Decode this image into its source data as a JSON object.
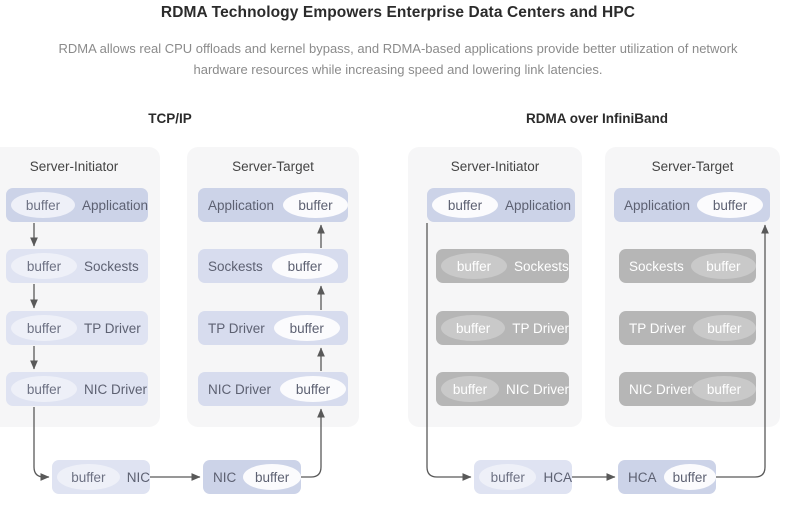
{
  "header": {
    "title": "RDMA Technology Empowers Enterprise Data Centers and HPC",
    "subtitle": "RDMA allows real CPU offloads and kernel bypass, and RDMA-based applications provide better utilization of network hardware resources while increasing speed and lowering link latencies."
  },
  "sections": [
    {
      "id": "tcpip",
      "heading": "TCP/IP"
    },
    {
      "id": "rdma",
      "heading": "RDMA over InfiniBand"
    }
  ],
  "labels": {
    "buffer": "buffer",
    "server_initiator": "Server-Initiator",
    "server_target": "Server-Target",
    "application": "Application",
    "sockests": "Sockests",
    "tp_driver": "TP Driver",
    "nic_driver": "NIC Driver",
    "nic": "NIC",
    "hca": "HCA"
  },
  "tcpip": {
    "initiator": {
      "panel_title": "Server-Initiator",
      "layers": [
        {
          "buffer": "buffer",
          "label": "Application",
          "state": "active"
        },
        {
          "buffer": "buffer",
          "label": "Sockests",
          "state": "active"
        },
        {
          "buffer": "buffer",
          "label": "TP Driver",
          "state": "active"
        },
        {
          "buffer": "buffer",
          "label": "NIC Driver",
          "state": "active"
        }
      ],
      "nic": {
        "buffer": "buffer",
        "label": "NIC"
      }
    },
    "target": {
      "panel_title": "Server-Target",
      "layers": [
        {
          "label": "Application",
          "buffer": "buffer",
          "state": "active"
        },
        {
          "label": "Sockests",
          "buffer": "buffer",
          "state": "active"
        },
        {
          "label": "TP Driver",
          "buffer": "buffer",
          "state": "active"
        },
        {
          "label": "NIC Driver",
          "buffer": "buffer",
          "state": "active"
        }
      ],
      "nic": {
        "label": "NIC",
        "buffer": "buffer"
      }
    }
  },
  "rdma": {
    "initiator": {
      "panel_title": "Server-Initiator",
      "layers": [
        {
          "buffer": "buffer",
          "label": "Application",
          "state": "active"
        },
        {
          "buffer": "buffer",
          "label": "Sockests",
          "state": "bypassed"
        },
        {
          "buffer": "buffer",
          "label": "TP Driver",
          "state": "bypassed"
        },
        {
          "buffer": "buffer",
          "label": "NIC Driver",
          "state": "bypassed"
        }
      ],
      "hca": {
        "buffer": "buffer",
        "label": "HCA"
      }
    },
    "target": {
      "panel_title": "Server-Target",
      "layers": [
        {
          "label": "Application",
          "buffer": "buffer",
          "state": "active"
        },
        {
          "label": "Sockests",
          "buffer": "buffer",
          "state": "bypassed"
        },
        {
          "label": "TP Driver",
          "buffer": "buffer",
          "state": "bypassed"
        },
        {
          "label": "NIC Driver",
          "buffer": "buffer",
          "state": "bypassed"
        }
      ],
      "hca": {
        "label": "HCA",
        "buffer": "buffer"
      }
    }
  },
  "colors": {
    "background": "#ffffff",
    "panel": "#f6f6f7",
    "active_strong": "#ccd3e8",
    "active_soft": "#d7dcee",
    "active_light": "#dfe3f2",
    "bypassed": "#b6b6b6",
    "arrow": "#595959",
    "title_text": "#2b2b2b",
    "subtitle_text": "#8b8b8b"
  }
}
